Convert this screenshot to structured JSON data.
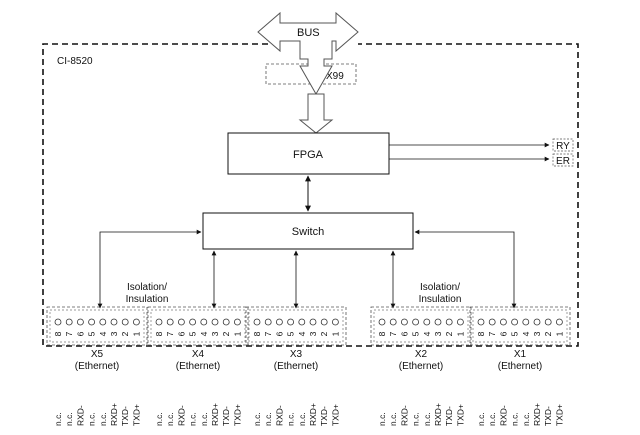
{
  "device_label": "CI-8520",
  "bus_label": "BUS",
  "x99_label": "X99",
  "fpga_label": "FPGA",
  "switch_label": "Switch",
  "ry_label": "RY",
  "er_label": "ER",
  "isolation_left": [
    "Isolation/",
    "Insulation"
  ],
  "isolation_right": [
    "Isolation/",
    "Insulation"
  ],
  "connectors": [
    {
      "id": "X5",
      "sub": "(Ethernet)"
    },
    {
      "id": "X4",
      "sub": "(Ethernet)"
    },
    {
      "id": "X3",
      "sub": "(Ethernet)"
    },
    {
      "id": "X2",
      "sub": "(Ethernet)"
    },
    {
      "id": "X1",
      "sub": "(Ethernet)"
    }
  ],
  "pin_numbers": [
    "8",
    "7",
    "6",
    "5",
    "4",
    "3",
    "2",
    "1"
  ],
  "pin_signals": [
    "n.c.",
    "n.c.",
    "RXD-",
    "n.c.",
    "n.c.",
    "RXD+",
    "TXD-",
    "TXD+"
  ]
}
